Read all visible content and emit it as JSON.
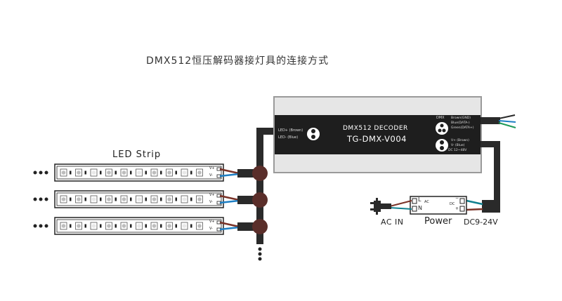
{
  "title": "DMX512恒压解码器接灯具的连接方式",
  "decoder": {
    "name": "DMX512 DECODER",
    "model": "TG-DMX-V004",
    "led_port": {
      "line1": "LED+ (Brown)",
      "line2": "LED- (Blue)"
    },
    "dmx_port": {
      "label": "DMX",
      "line1": "Brown(GND)",
      "line2": "Blue(DATA-)",
      "line3": "Green(DATA+)"
    },
    "power_port": {
      "line1": "V+ (Brown)",
      "line2": "V- (Blue)",
      "line3": "DC 12~48V"
    }
  },
  "led_strip": {
    "label": "LED Strip",
    "ellipsis": "•••",
    "count": 3,
    "terminals": {
      "plus": "V+",
      "minus": "V-"
    }
  },
  "power": {
    "label": "Power",
    "ac_in": "AC IN",
    "dc_out": "DC9-24V",
    "input_terminals": {
      "l": "L",
      "n": "N",
      "ac": "AC"
    },
    "output_terminals": {
      "dc": "DC",
      "minus": "−",
      "plus": "+"
    }
  },
  "colors": {
    "cable": "#2a2a2a",
    "junction": "#5a2e2a",
    "wire_brown": "#7a3328",
    "wire_blue": "#1e7fc4",
    "wire_teal": "#11808f",
    "wire_green": "#1f9a5a",
    "decoder_band": "#1e1e1e",
    "decoder_case": "#e6e6e6"
  }
}
